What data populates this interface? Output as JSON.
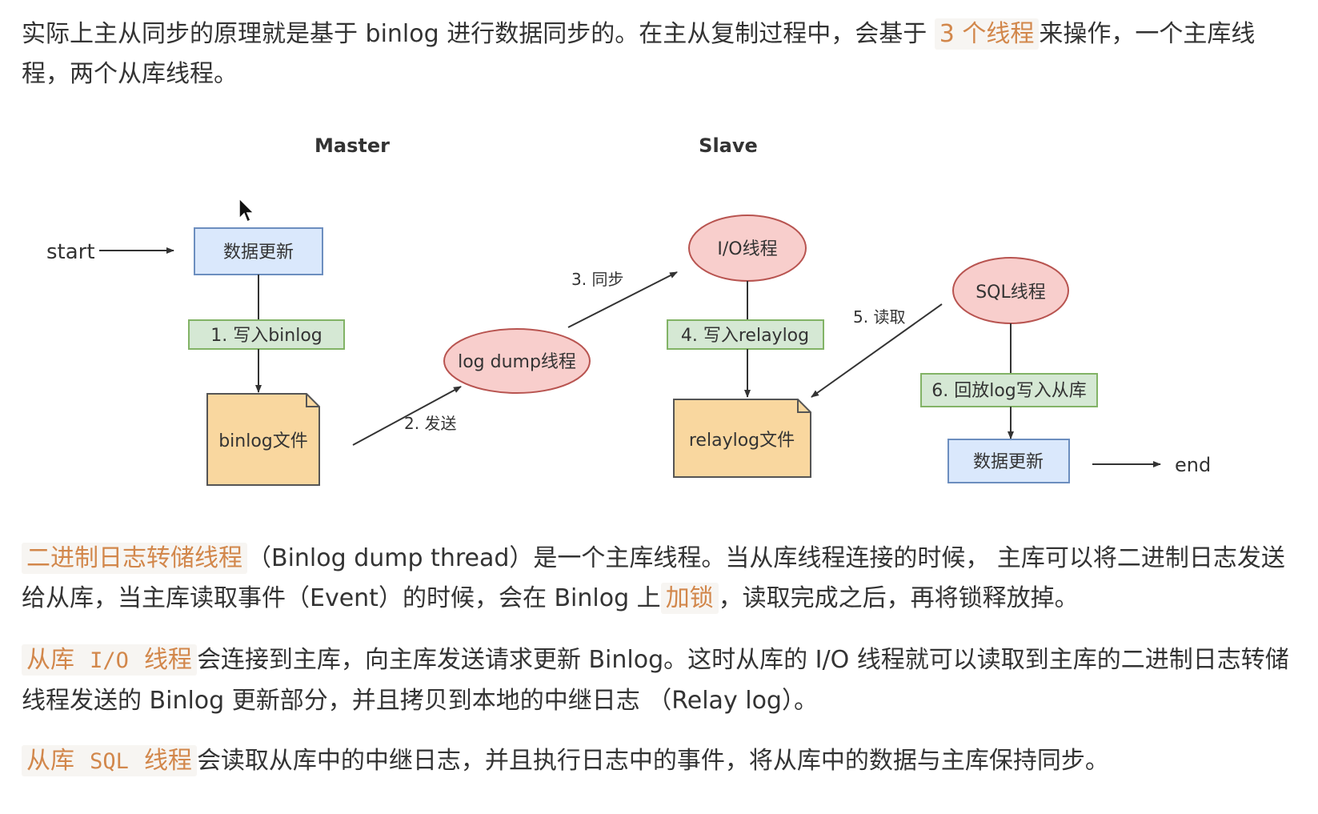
{
  "intro": {
    "text_before": "实际上主从同步的原理就是基于 binlog 进行数据同步的。在主从复制过程中，会基于",
    "highlight": "3 个线程",
    "text_after": "来操作，一个主库线程，两个从库线程。"
  },
  "diagram": {
    "master_title": "Master",
    "slave_title": "Slave",
    "start_label": "start",
    "end_label": "end",
    "master_update": "数据更新",
    "step1": "1. 写入binlog",
    "binlog_file": "binlog文件",
    "step2": "2. 发送",
    "log_dump_thread": "log dump线程",
    "step3": "3. 同步",
    "io_thread": "I/O线程",
    "step4": "4. 写入relaylog",
    "relaylog_file": "relaylog文件",
    "step5": "5. 读取",
    "sql_thread": "SQL线程",
    "step6": "6. 回放log写入从库",
    "slave_update": "数据更新",
    "colors": {
      "blue_fill": "#dae8fc",
      "blue_stroke": "#6c8ebf",
      "green_fill": "#d5e8d4",
      "green_stroke": "#82b366",
      "red_fill": "#f8cecc",
      "red_stroke": "#b85450",
      "yellow_fill": "#f9d79f",
      "yellow_stroke": "#555555"
    }
  },
  "paragraphs": {
    "dump": {
      "highlight": "二进制日志转储线程",
      "text1": "（Binlog dump thread）是一个主库线程。当从库线程连接的时候， 主库可以将二进制日志发送给从库，当主库读取事件（Event）的时候，会在 Binlog 上",
      "highlight2": "加锁",
      "text2": "，读取完成之后，再将锁释放掉。"
    },
    "io": {
      "highlight_a": "从库",
      "highlight_b": "I/O",
      "highlight_c": "线程",
      "text": "会连接到主库，向主库发送请求更新 Binlog。这时从库的 I/O 线程就可以读取到主库的二进制日志转储线程发送的 Binlog 更新部分，并且拷贝到本地的中继日志 （Relay log）。"
    },
    "sql": {
      "highlight_a": "从库",
      "highlight_b": "SQL",
      "highlight_c": "线程",
      "text": "会读取从库中的中继日志，并且执行日志中的事件，将从库中的数据与主库保持同步。"
    }
  }
}
